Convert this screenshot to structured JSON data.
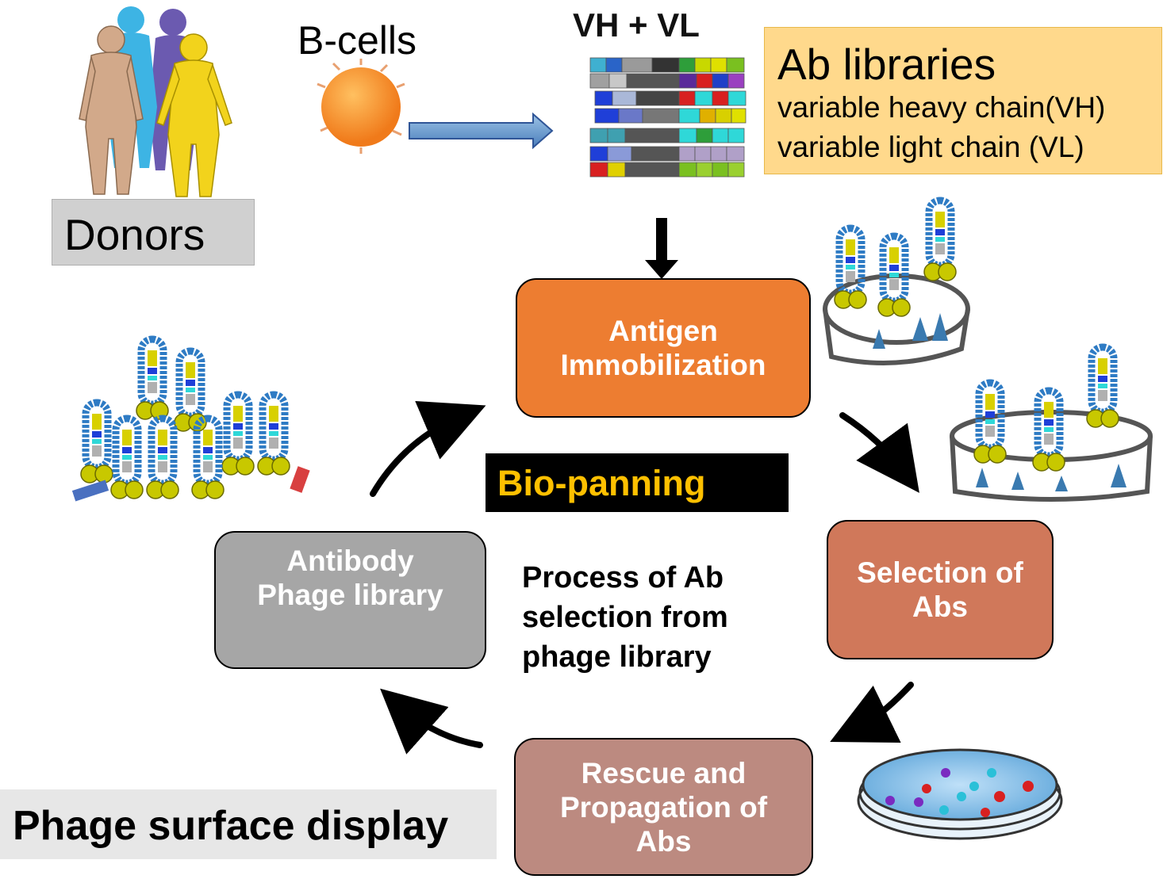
{
  "labels": {
    "b_cells": "B-cells",
    "vh_vl": "VH + VL",
    "donors": "Donors",
    "bio_panning": "Bio-panning",
    "phage_surface_display": "Phage surface display"
  },
  "ab_libraries": {
    "title": "Ab libraries",
    "line1": "variable heavy chain(VH)",
    "line2": "variable light chain (VL)"
  },
  "cycle_steps": {
    "antigen": [
      "Antigen",
      "Immobilization"
    ],
    "selection": [
      "Selection of",
      "Abs"
    ],
    "rescue": [
      "Rescue and",
      "Propagation  of",
      "Abs"
    ],
    "library": [
      "Antibody",
      "Phage library"
    ]
  },
  "process_text": [
    "Process of Ab",
    "selection from",
    "phage library"
  ],
  "colors": {
    "antigen": "#ED7D31",
    "selection": "#D0785A",
    "rescue": "#BC8A80",
    "library": "#A6A6A6",
    "bio_panning_text": "#FFC000",
    "ab_libraries_bg": "#FFD98C"
  }
}
